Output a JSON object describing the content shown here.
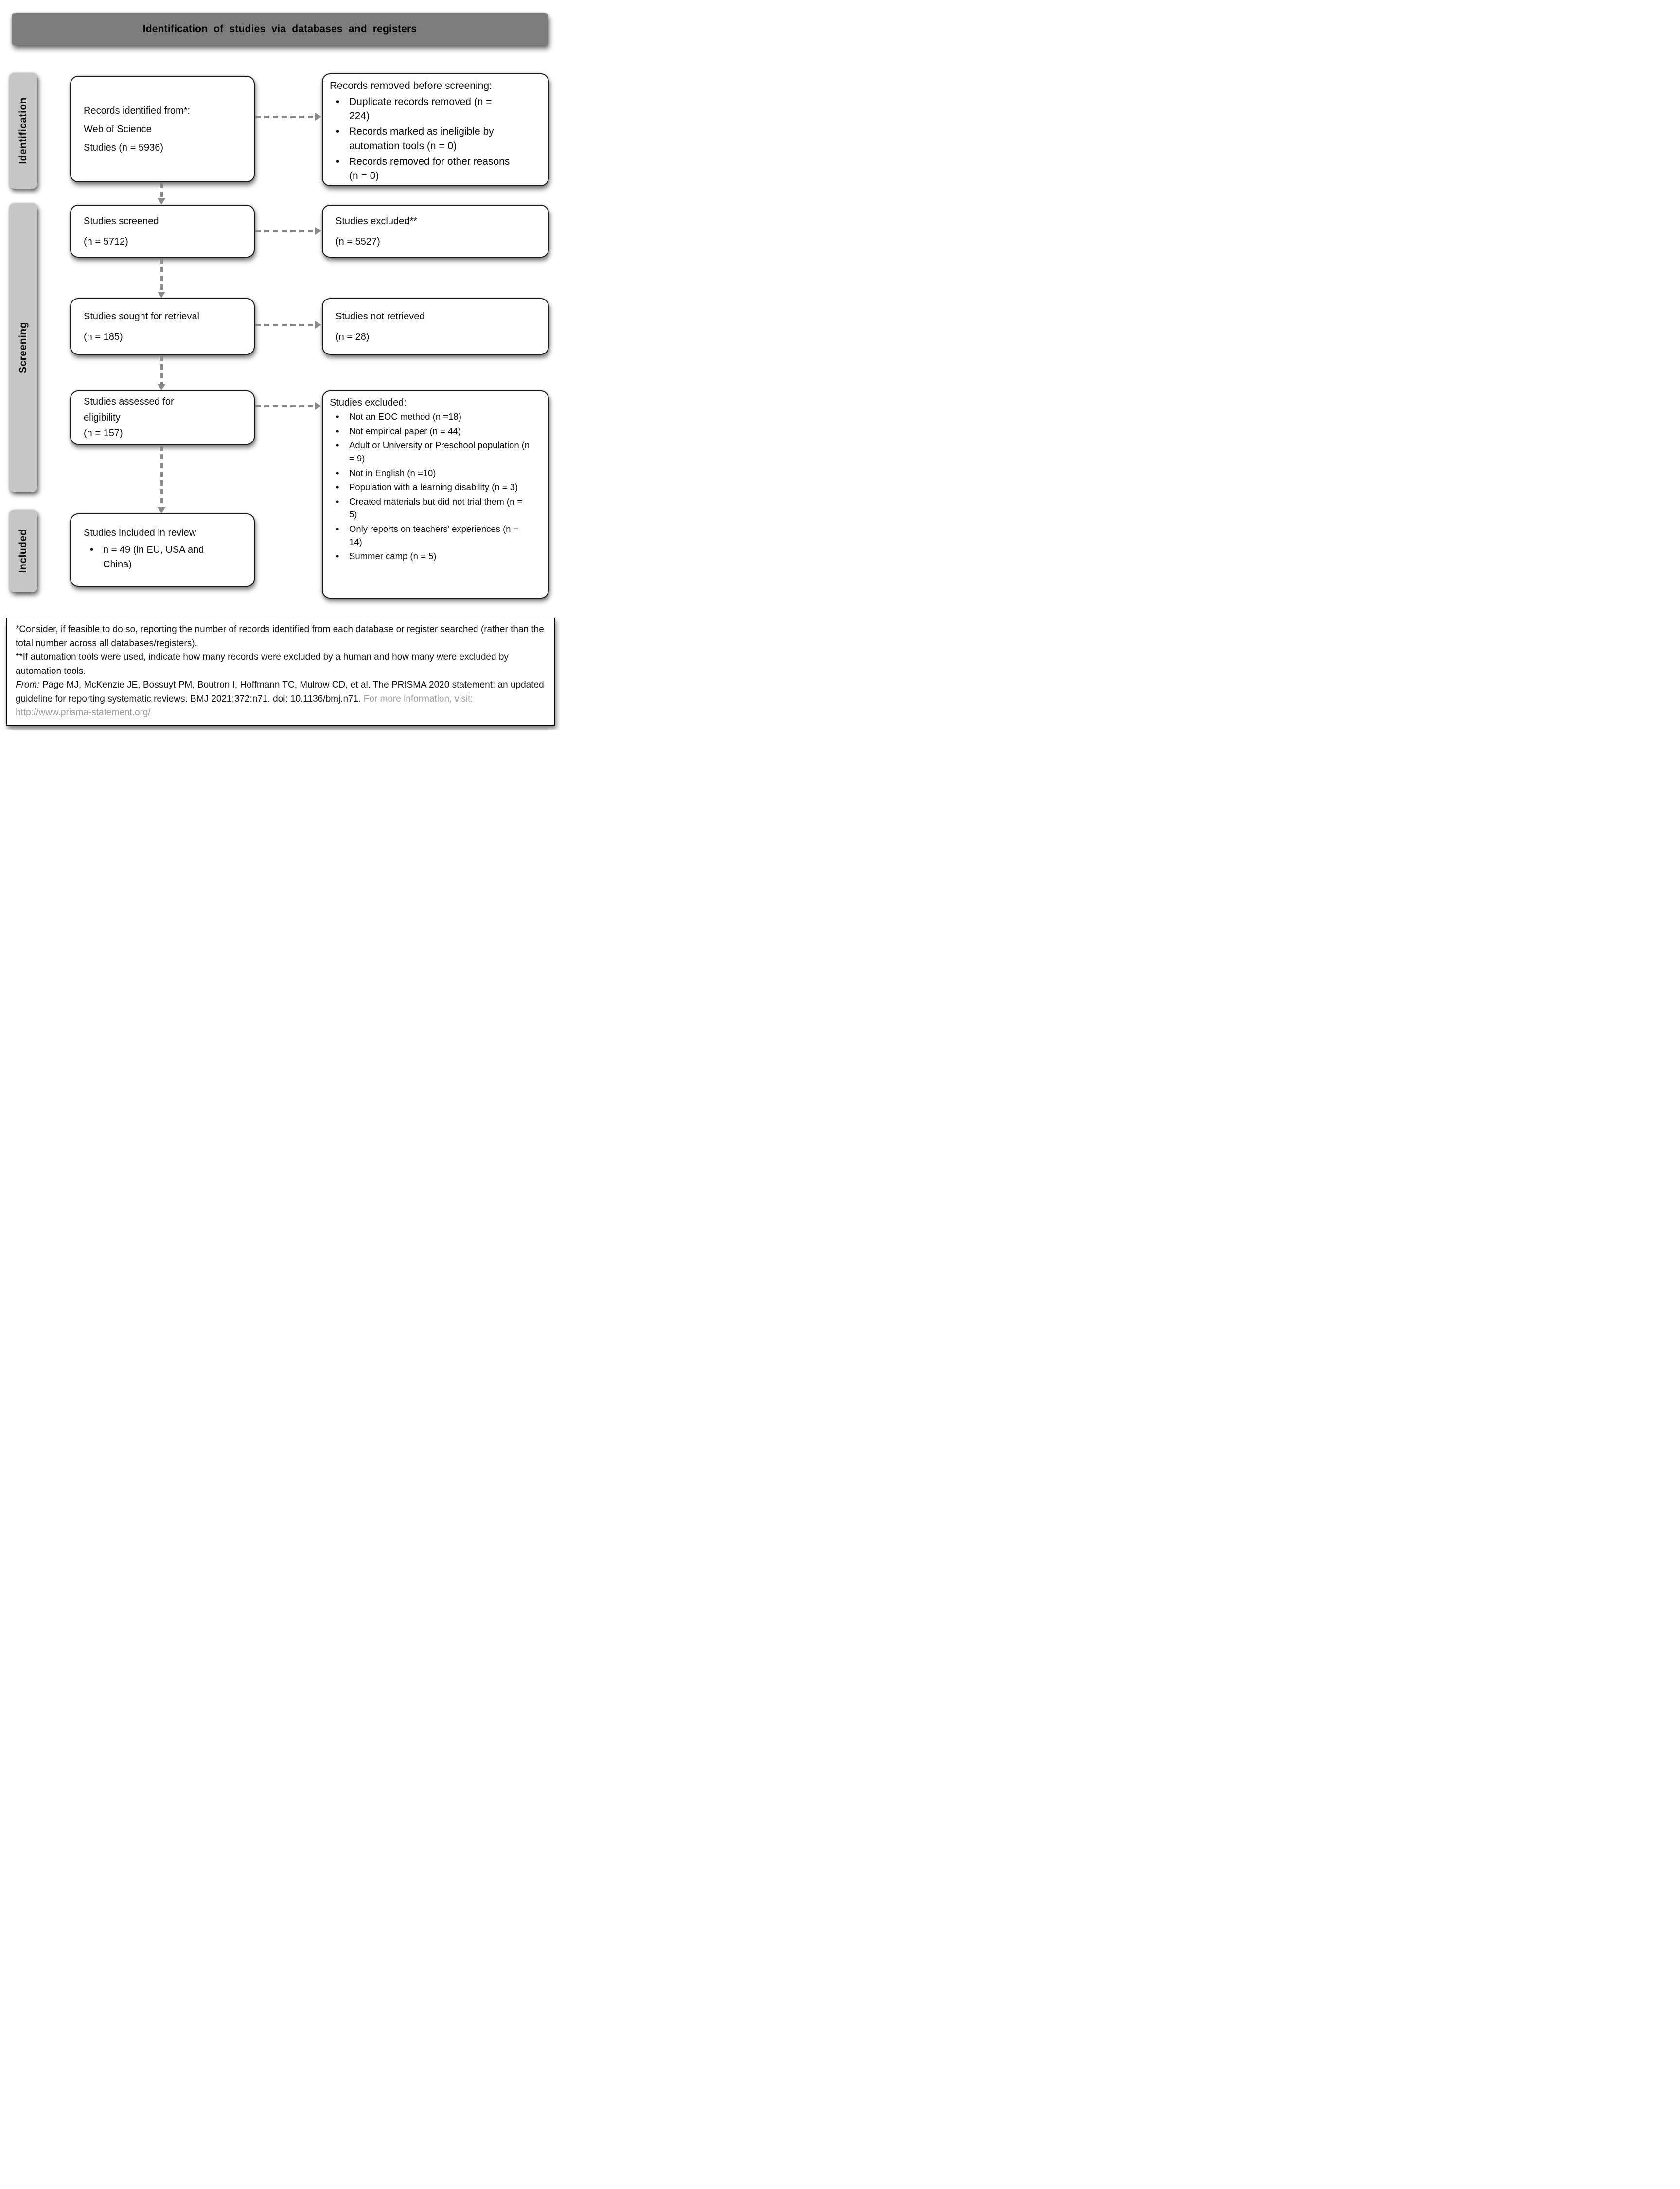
{
  "title": "Identification of studies via databases and registers",
  "stages": [
    {
      "label": "Identification"
    },
    {
      "label": "Screening"
    },
    {
      "label": "Included"
    }
  ],
  "flow": {
    "left": [
      {
        "lines": [
          "Records identified from*:",
          "Web of Science",
          "Studies (n = 5936)"
        ]
      },
      {
        "lines": [
          "Studies screened",
          "(n = 5712)"
        ]
      },
      {
        "lines": [
          "Studies sought for retrieval",
          "(n = 185)"
        ]
      },
      {
        "lines": [
          "Studies assessed for",
          "eligibility",
          "(n = 157)"
        ]
      },
      {
        "title": "Studies included in review",
        "bullets": [
          "n = 49 (in EU, USA and China)"
        ]
      }
    ],
    "right": [
      {
        "title": "Records removed before screening:",
        "bullets": [
          "Duplicate records removed  (n = 224)",
          "Records marked as ineligible by automation tools (n = 0)",
          "Records removed for other reasons (n = 0)"
        ]
      },
      {
        "lines": [
          "Studies excluded**",
          "(n = 5527)"
        ]
      },
      {
        "lines": [
          "Studies not retrieved",
          "(n = 28)"
        ]
      },
      {
        "title": "Studies excluded:",
        "bullets": [
          "Not an EOC method (n =18)",
          "Not empirical paper (n = 44)",
          "Adult or University or Preschool population (n = 9)",
          "Not in English (n =10)",
          "Population with a learning disability (n = 3)",
          "Created materials but did not trial them (n = 5)",
          "Only reports on teachers’ experiences (n = 14)",
          "Summer camp (n = 5)"
        ]
      }
    ]
  },
  "footer": {
    "footnote1": "*Consider, if feasible to do so, reporting the number of records identified from each database or register searched (rather than the total number across all databases/registers).",
    "footnote2": "**If automation tools were used, indicate how many records were excluded by a human and how many were excluded by automation tools.",
    "citation_prefix": "From:",
    "citation": " Page MJ, McKenzie JE, Bossuyt PM, Boutron I, Hoffmann TC, Mulrow CD, et al. The PRISMA 2020 statement: an updated guideline for reporting systematic reviews. BMJ 2021;372:n71. doi: 10.1136/bmj.n71. ",
    "more_info": "For more information, visit: ",
    "link": "http://www.prisma-statement.org/"
  },
  "colors": {
    "banner_gray": "#7d7d7d",
    "tab_gray": "#c6c6c6",
    "arrow_gray": "#8a8a8a",
    "muted_text": "#9b9b9b",
    "box_border": "#1a1a1a"
  }
}
